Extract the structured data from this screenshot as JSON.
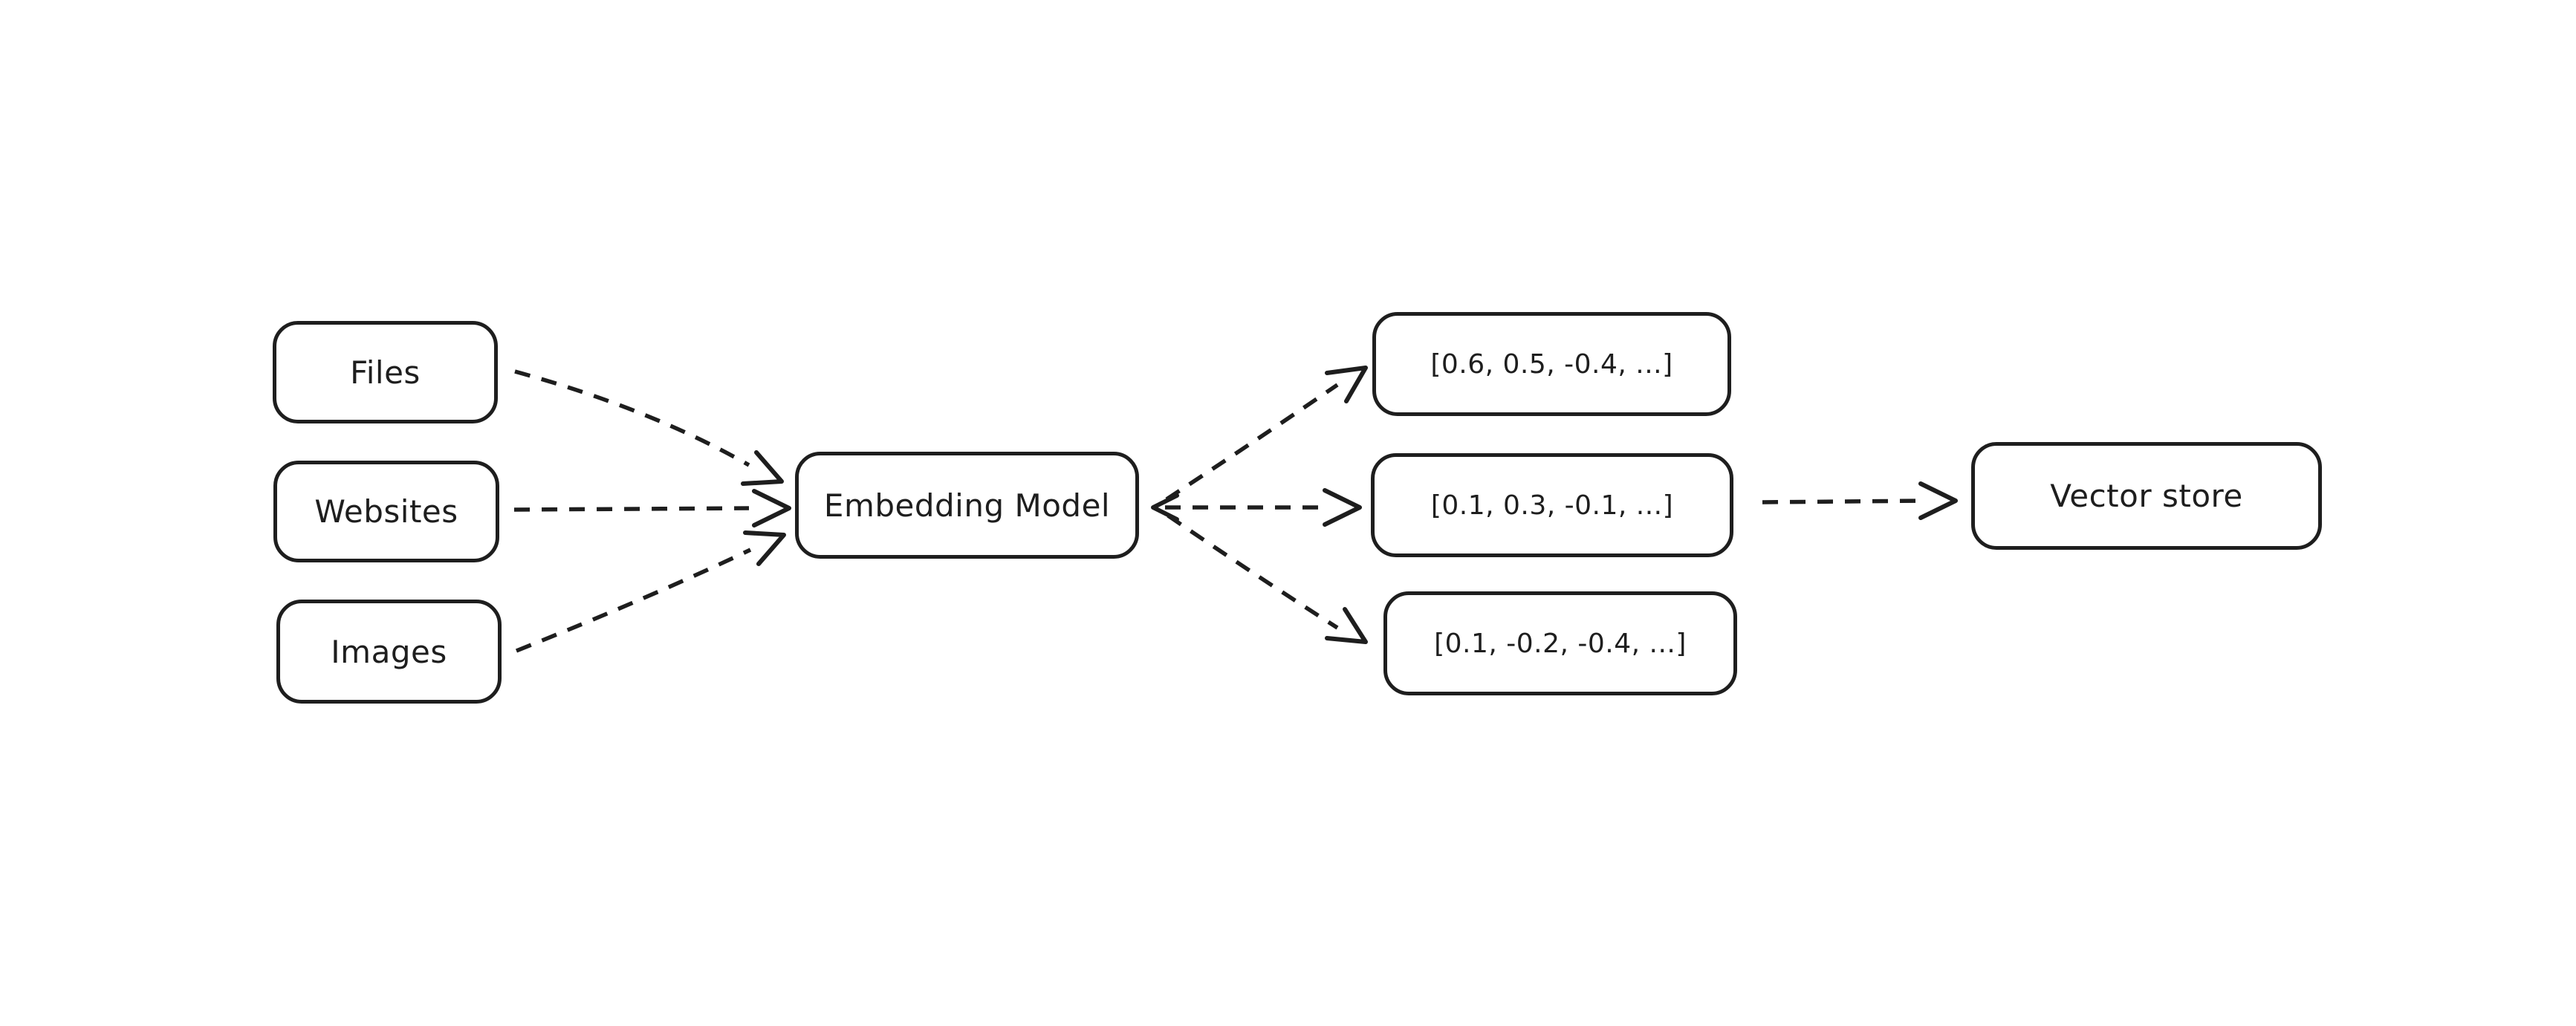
{
  "colors": {
    "stroke": "#1e1e1e",
    "background": "#ffffff"
  },
  "diagram": {
    "style": "hand-drawn",
    "nodes": [
      {
        "id": "files",
        "label": "Files"
      },
      {
        "id": "websites",
        "label": "Websites"
      },
      {
        "id": "images",
        "label": "Images"
      },
      {
        "id": "embedding-model",
        "label": "Embedding Model"
      },
      {
        "id": "embedding-vector-1",
        "label": "[0.6, 0.5, -0.4, ...]"
      },
      {
        "id": "embedding-vector-2",
        "label": "[0.1, 0.3, -0.1, ...]"
      },
      {
        "id": "embedding-vector-3",
        "label": "[0.1, -0.2, -0.4, ...]"
      },
      {
        "id": "vector-store",
        "label": "Vector store"
      }
    ],
    "edges": [
      {
        "from": "files",
        "to": "embedding-model",
        "style": "dashed",
        "arrowhead": "end"
      },
      {
        "from": "websites",
        "to": "embedding-model",
        "style": "dashed",
        "arrowhead": "end"
      },
      {
        "from": "images",
        "to": "embedding-model",
        "style": "dashed",
        "arrowhead": "end"
      },
      {
        "from": "embedding-model",
        "to": "embedding-vector-1",
        "style": "dashed",
        "arrowhead": "end"
      },
      {
        "from": "embedding-model",
        "to": "embedding-vector-2",
        "style": "dashed",
        "arrowhead": "both"
      },
      {
        "from": "embedding-model",
        "to": "embedding-vector-3",
        "style": "dashed",
        "arrowhead": "end"
      },
      {
        "from": "embedding-vector-2",
        "to": "vector-store",
        "style": "dashed",
        "arrowhead": "end"
      }
    ]
  }
}
